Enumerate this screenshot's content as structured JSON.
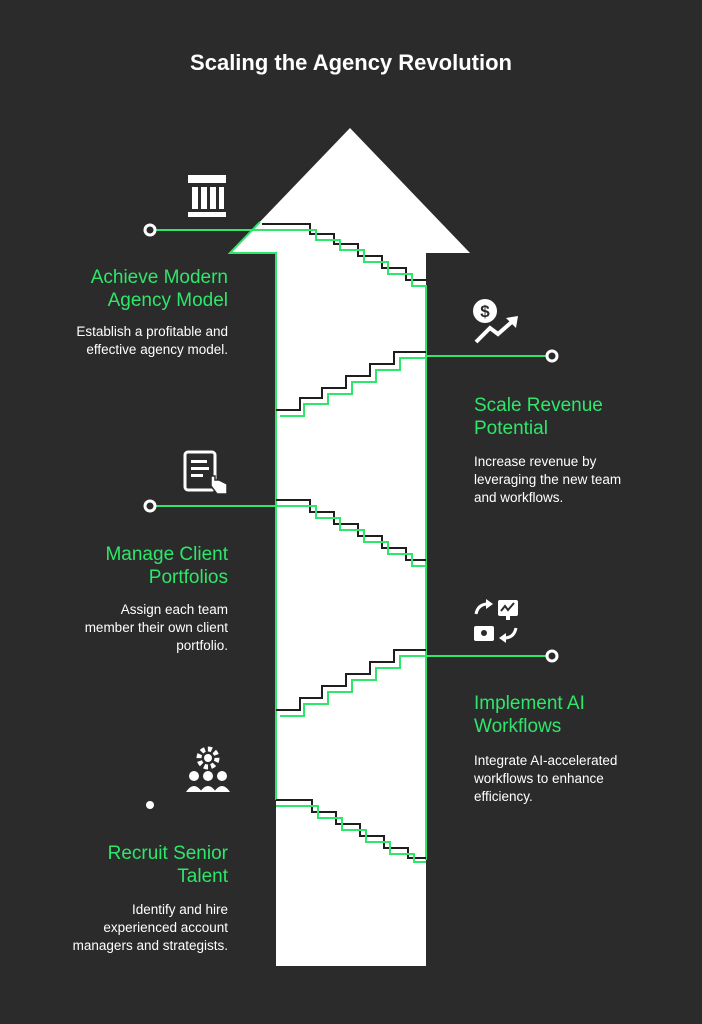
{
  "title": "Scaling the Agency Revolution",
  "colors": {
    "background": "#2b2b2b",
    "accent": "#2ee66a",
    "arrow": "#ffffff",
    "stairs": "#1e1e1e"
  },
  "steps": [
    {
      "title_line1": "Achieve Modern",
      "title_line2": "Agency Model",
      "desc_line1": "Establish a profitable and",
      "desc_line2": "effective agency model.",
      "desc_line3": "",
      "icon": "institution-columns-icon"
    },
    {
      "title_line1": "Scale Revenue",
      "title_line2": "Potential",
      "desc_line1": "Increase revenue by",
      "desc_line2": "leveraging the new team",
      "desc_line3": "and workflows.",
      "icon": "dollar-growth-icon"
    },
    {
      "title_line1": "Manage Client",
      "title_line2": "Portfolios",
      "desc_line1": "Assign each team",
      "desc_line2": "member their own client",
      "desc_line3": "portfolio.",
      "icon": "document-touch-icon"
    },
    {
      "title_line1": "Implement AI",
      "title_line2": "Workflows",
      "desc_line1": "Integrate AI-accelerated",
      "desc_line2": "workflows to enhance",
      "desc_line3": "efficiency.",
      "icon": "workflow-screens-icon"
    },
    {
      "title_line1": "Recruit Senior",
      "title_line2": "Talent",
      "desc_line1": "Identify and hire",
      "desc_line2": "experienced account",
      "desc_line3": "managers and strategists.",
      "icon": "team-gear-icon"
    }
  ]
}
